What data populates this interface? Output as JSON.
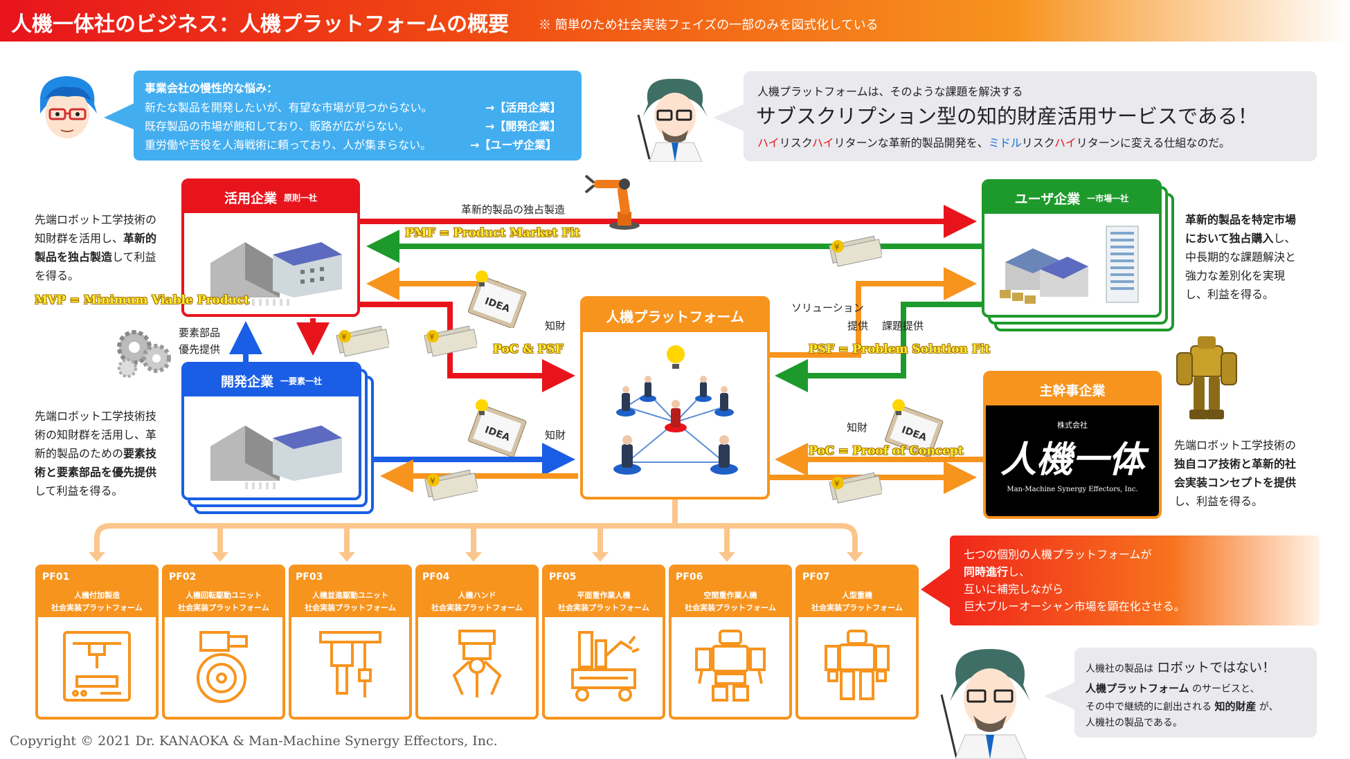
{
  "header": {
    "title": "人機一体社のビジネス：人機プラットフォームの概要",
    "subtitle": "※ 簡単のため社会実装フェイズの一部のみを図式化している"
  },
  "problem_bubble": {
    "heading": "事業会社の慢性的な悩み：",
    "line1": "新たな製品を開発したいが、有望な市場が見つからない。",
    "line1_tag": "→【活用企業】",
    "line2": "既存製品の市場が飽和しており、販路が広がらない。",
    "line2_tag": "→【開発企業】",
    "line3": "重労働や苦役を人海戦術に頼っており、人が集まらない。",
    "line3_tag": "→【ユーザ企業】"
  },
  "solution_bubble": {
    "intro": "人機プラットフォームは、そのような課題を解決する",
    "headline": "サブスクリプション型の知的財産活用サービスである！",
    "tail_parts": [
      "ハイ",
      "リスク",
      "ハイ",
      "リターンな革新的製品開発を、",
      "ミドル",
      "リスク",
      "ハイ",
      "リターンに変える仕組なのだ。"
    ]
  },
  "companies": {
    "katsuyo": {
      "name": "活用企業",
      "note": "原則一社"
    },
    "kaihatsu": {
      "name": "開発企業",
      "note": "一要素一社"
    },
    "platform": {
      "name": "人機プラットフォーム"
    },
    "user": {
      "name": "ユーザ企業",
      "note": "一市場一社"
    },
    "shukan": {
      "name": "主幹事企業",
      "logo_top": "株式会社",
      "logo_main": "人機一体",
      "logo_sub": "Man-Machine Synergy Effectors, Inc."
    }
  },
  "side_texts": {
    "katsuyo": [
      "先端ロボット工学技術の",
      "知財群を活用し、",
      "革新的",
      "製品を独占製造",
      "して利益",
      "を得る。"
    ],
    "kaihatsu": [
      "先端ロボット工学技術技",
      "術の知財群を活用し、革",
      "新的製品のための",
      "要素技",
      "術と要素部品を優先提供",
      "して利益を得る。"
    ],
    "user": [
      "革新的製品を特定市場",
      "において独占購入",
      "し、",
      "中長期的な課題解決と",
      "強力な差別化を実現",
      "し、利益を得る。"
    ],
    "shukan": [
      "先端ロボット工学技術の",
      "独自コア技術と革新的社",
      "会実装コンセプトを提供",
      "し、利益を得る。"
    ]
  },
  "labels": {
    "dokusen": "革新的製品の独占製造",
    "pmf": "PMF = Product Market Fit",
    "mvp": "MVP = Minimum Viable Product",
    "poc_psf": "PoC & PSF",
    "psf": "PSF = Problem Solution Fit",
    "poc": "PoC = Proof of Concept",
    "chizai1": "知財",
    "chizai2": "知財",
    "chizai3": "知財",
    "yoso1": "要素部品",
    "yoso2": "優先提供",
    "solution": "ソリューション",
    "teikyo": "提供",
    "kadai": "課題提供",
    "idea": "IDEA"
  },
  "platforms": [
    {
      "id": "PF01",
      "line1": "人機付加製造",
      "line2": "社会実装プラットフォーム"
    },
    {
      "id": "PF02",
      "line1": "人機回転駆動ユニット",
      "line2": "社会実装プラットフォーム"
    },
    {
      "id": "PF03",
      "line1": "人機並進駆動ユニット",
      "line2": "社会実装プラットフォーム"
    },
    {
      "id": "PF04",
      "line1": "人機ハンド",
      "line2": "社会実装プラットフォーム"
    },
    {
      "id": "PF05",
      "line1": "平面重作業人機",
      "line2": "社会実装プラットフォーム"
    },
    {
      "id": "PF06",
      "line1": "空間重作業人機",
      "line2": "社会実装プラットフォーム"
    },
    {
      "id": "PF07",
      "line1": "人型重機",
      "line2": "社会実装プラットフォーム"
    }
  ],
  "orange_bubble": {
    "line1": "七つの個別の人機プラットフォームが",
    "line2a": "同時進行",
    "line2b": "し、",
    "line3": "互いに補完しながら",
    "line4": "巨大ブルーオーシャン市場を顕在化させる。"
  },
  "bottom_bubble": {
    "line1a": "人機社の製品は",
    "line1b": "ロボットではない！",
    "line2a": "人機プラットフォーム",
    "line2b": "のサービスと、",
    "line3a": "その中で継続的に創出される",
    "line3b": "知的財産",
    "line3c": "が、",
    "line4": "人機社の製品である。"
  },
  "copyright": "Copyright © 2021 Dr. KANAOKA & Man-Machine Synergy Effectors, Inc.",
  "colors": {
    "red": "#e8141c",
    "blue": "#1a5ee6",
    "green": "#1e9a2c",
    "orange": "#f7941e",
    "sky": "#42aef0"
  },
  "icons": [
    "character-icon",
    "professor-icon",
    "robot-arm-icon",
    "mech-robot-icon",
    "gears-icon",
    "money-icon",
    "idea-icon",
    "factory-icon",
    "building-icon",
    "people-network-icon"
  ]
}
